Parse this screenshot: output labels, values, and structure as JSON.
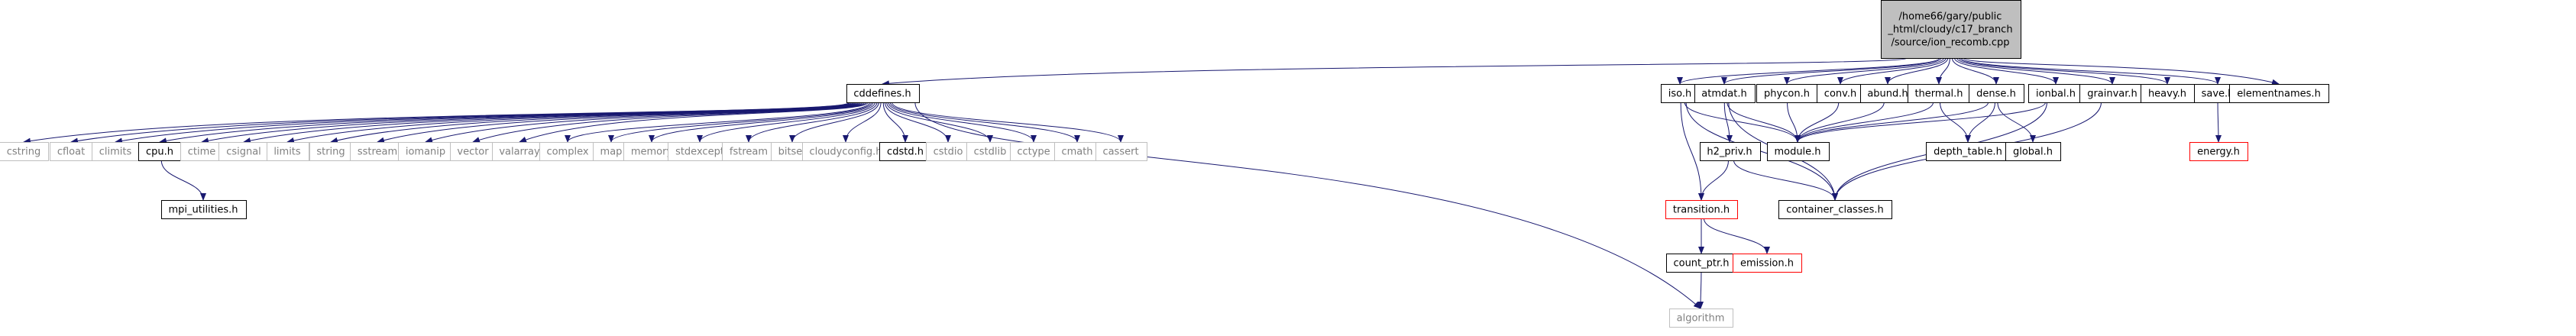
{
  "graph": {
    "colors": {
      "edge": "#191970",
      "border_linked": "#000000",
      "border_external": "#bfbfbf",
      "border_missing": "#ff0000",
      "root_fill": "#bfbfbf",
      "text_linked": "#000000",
      "text_external": "#808080",
      "node_fill": "#ffffff"
    },
    "nodes": [
      {
        "id": "root",
        "lines": [
          "/home66/gary/public",
          "_html/cloudy/c17_branch",
          "/source/ion_recomb.cpp"
        ],
        "kind": "root"
      },
      {
        "id": "cddefines",
        "lines": [
          "cddefines.h"
        ],
        "kind": "linked"
      },
      {
        "id": "iso",
        "lines": [
          "iso.h"
        ],
        "kind": "linked"
      },
      {
        "id": "atmdat",
        "lines": [
          "atmdat.h"
        ],
        "kind": "linked"
      },
      {
        "id": "phycon",
        "lines": [
          "phycon.h"
        ],
        "kind": "linked"
      },
      {
        "id": "conv",
        "lines": [
          "conv.h"
        ],
        "kind": "linked"
      },
      {
        "id": "abund",
        "lines": [
          "abund.h"
        ],
        "kind": "linked"
      },
      {
        "id": "thermal",
        "lines": [
          "thermal.h"
        ],
        "kind": "linked"
      },
      {
        "id": "dense",
        "lines": [
          "dense.h"
        ],
        "kind": "linked"
      },
      {
        "id": "ionbal",
        "lines": [
          "ionbal.h"
        ],
        "kind": "linked"
      },
      {
        "id": "grainvar",
        "lines": [
          "grainvar.h"
        ],
        "kind": "linked"
      },
      {
        "id": "heavy",
        "lines": [
          "heavy.h"
        ],
        "kind": "linked"
      },
      {
        "id": "save",
        "lines": [
          "save.h"
        ],
        "kind": "linked"
      },
      {
        "id": "elementnames",
        "lines": [
          "elementnames.h"
        ],
        "kind": "linked"
      },
      {
        "id": "cstring",
        "lines": [
          "cstring"
        ],
        "kind": "external"
      },
      {
        "id": "cfloat",
        "lines": [
          "cfloat"
        ],
        "kind": "external"
      },
      {
        "id": "climits",
        "lines": [
          "climits"
        ],
        "kind": "external"
      },
      {
        "id": "cpu",
        "lines": [
          "cpu.h"
        ],
        "kind": "linked"
      },
      {
        "id": "ctime",
        "lines": [
          "ctime"
        ],
        "kind": "external"
      },
      {
        "id": "csignal",
        "lines": [
          "csignal"
        ],
        "kind": "external"
      },
      {
        "id": "limits",
        "lines": [
          "limits"
        ],
        "kind": "external"
      },
      {
        "id": "string",
        "lines": [
          "string"
        ],
        "kind": "external"
      },
      {
        "id": "sstream",
        "lines": [
          "sstream"
        ],
        "kind": "external"
      },
      {
        "id": "iomanip",
        "lines": [
          "iomanip"
        ],
        "kind": "external"
      },
      {
        "id": "vector",
        "lines": [
          "vector"
        ],
        "kind": "external"
      },
      {
        "id": "valarray",
        "lines": [
          "valarray"
        ],
        "kind": "external"
      },
      {
        "id": "complex",
        "lines": [
          "complex"
        ],
        "kind": "external"
      },
      {
        "id": "map",
        "lines": [
          "map"
        ],
        "kind": "external"
      },
      {
        "id": "memory",
        "lines": [
          "memory"
        ],
        "kind": "external"
      },
      {
        "id": "stdexcept",
        "lines": [
          "stdexcept"
        ],
        "kind": "external"
      },
      {
        "id": "fstream",
        "lines": [
          "fstream"
        ],
        "kind": "external"
      },
      {
        "id": "bitset",
        "lines": [
          "bitset"
        ],
        "kind": "external"
      },
      {
        "id": "cloudyconfig",
        "lines": [
          "cloudyconfig.h"
        ],
        "kind": "external"
      },
      {
        "id": "cdstd",
        "lines": [
          "cdstd.h"
        ],
        "kind": "linked"
      },
      {
        "id": "cstdio",
        "lines": [
          "cstdio"
        ],
        "kind": "external"
      },
      {
        "id": "cstdlib",
        "lines": [
          "cstdlib"
        ],
        "kind": "external"
      },
      {
        "id": "cctype",
        "lines": [
          "cctype"
        ],
        "kind": "external"
      },
      {
        "id": "cmath",
        "lines": [
          "cmath"
        ],
        "kind": "external"
      },
      {
        "id": "cassert",
        "lines": [
          "cassert"
        ],
        "kind": "external"
      },
      {
        "id": "mpi_utilities",
        "lines": [
          "mpi_utilities.h"
        ],
        "kind": "linked"
      },
      {
        "id": "module",
        "lines": [
          "module.h"
        ],
        "kind": "linked"
      },
      {
        "id": "h2_priv",
        "lines": [
          "h2_priv.h"
        ],
        "kind": "linked"
      },
      {
        "id": "depth_table",
        "lines": [
          "depth_table.h"
        ],
        "kind": "linked"
      },
      {
        "id": "global",
        "lines": [
          "global.h"
        ],
        "kind": "linked"
      },
      {
        "id": "energy",
        "lines": [
          "energy.h"
        ],
        "kind": "missing"
      },
      {
        "id": "transition",
        "lines": [
          "transition.h"
        ],
        "kind": "missing"
      },
      {
        "id": "container_classes",
        "lines": [
          "container_classes.h"
        ],
        "kind": "linked"
      },
      {
        "id": "count_ptr",
        "lines": [
          "count_ptr.h"
        ],
        "kind": "linked"
      },
      {
        "id": "emission",
        "lines": [
          "emission.h"
        ],
        "kind": "missing"
      },
      {
        "id": "algorithm",
        "lines": [
          "algorithm"
        ],
        "kind": "external"
      }
    ],
    "edges": [
      [
        "root",
        "cddefines"
      ],
      [
        "root",
        "iso"
      ],
      [
        "root",
        "atmdat"
      ],
      [
        "root",
        "phycon"
      ],
      [
        "root",
        "conv"
      ],
      [
        "root",
        "abund"
      ],
      [
        "root",
        "thermal"
      ],
      [
        "root",
        "dense"
      ],
      [
        "root",
        "ionbal"
      ],
      [
        "root",
        "grainvar"
      ],
      [
        "root",
        "heavy"
      ],
      [
        "root",
        "save"
      ],
      [
        "root",
        "elementnames"
      ],
      [
        "cddefines",
        "cstring"
      ],
      [
        "cddefines",
        "cfloat"
      ],
      [
        "cddefines",
        "climits"
      ],
      [
        "cddefines",
        "cpu"
      ],
      [
        "cddefines",
        "ctime"
      ],
      [
        "cddefines",
        "csignal"
      ],
      [
        "cddefines",
        "limits"
      ],
      [
        "cddefines",
        "string"
      ],
      [
        "cddefines",
        "sstream"
      ],
      [
        "cddefines",
        "iomanip"
      ],
      [
        "cddefines",
        "vector"
      ],
      [
        "cddefines",
        "valarray"
      ],
      [
        "cddefines",
        "complex"
      ],
      [
        "cddefines",
        "map"
      ],
      [
        "cddefines",
        "memory"
      ],
      [
        "cddefines",
        "stdexcept"
      ],
      [
        "cddefines",
        "fstream"
      ],
      [
        "cddefines",
        "bitset"
      ],
      [
        "cddefines",
        "cloudyconfig"
      ],
      [
        "cddefines",
        "cdstd"
      ],
      [
        "cddefines",
        "cstdio"
      ],
      [
        "cddefines",
        "cstdlib"
      ],
      [
        "cddefines",
        "cctype"
      ],
      [
        "cddefines",
        "cmath"
      ],
      [
        "cddefines",
        "cassert"
      ],
      [
        "cddefines",
        "algorithm"
      ],
      [
        "cpu",
        "mpi_utilities"
      ],
      [
        "iso",
        "module"
      ],
      [
        "iso",
        "transition"
      ],
      [
        "iso",
        "container_classes"
      ],
      [
        "atmdat",
        "h2_priv"
      ],
      [
        "atmdat",
        "module"
      ],
      [
        "atmdat",
        "container_classes"
      ],
      [
        "phycon",
        "module"
      ],
      [
        "conv",
        "module"
      ],
      [
        "abund",
        "module"
      ],
      [
        "thermal",
        "module"
      ],
      [
        "thermal",
        "depth_table"
      ],
      [
        "dense",
        "module"
      ],
      [
        "dense",
        "depth_table"
      ],
      [
        "dense",
        "global"
      ],
      [
        "ionbal",
        "module"
      ],
      [
        "ionbal",
        "container_classes"
      ],
      [
        "grainvar",
        "container_classes"
      ],
      [
        "save",
        "energy"
      ],
      [
        "h2_priv",
        "transition"
      ],
      [
        "h2_priv",
        "container_classes"
      ],
      [
        "transition",
        "count_ptr"
      ],
      [
        "transition",
        "emission"
      ],
      [
        "count_ptr",
        "algorithm"
      ]
    ]
  }
}
